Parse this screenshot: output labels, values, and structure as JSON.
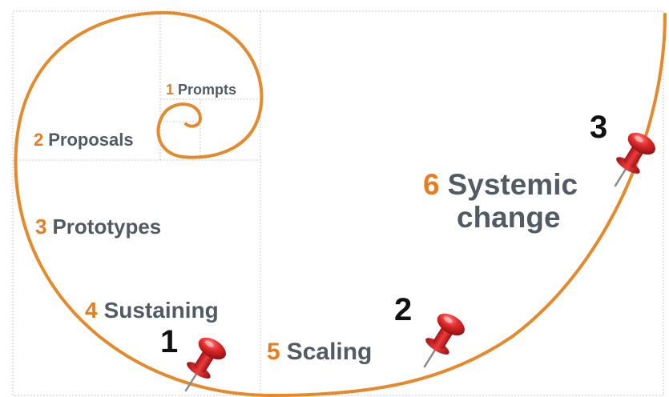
{
  "stages": [
    {
      "number": "1",
      "label": "Prompts"
    },
    {
      "number": "2",
      "label": "Proposals"
    },
    {
      "number": "3",
      "label": "Prototypes"
    },
    {
      "number": "4",
      "label": "Sustaining"
    },
    {
      "number": "5",
      "label": "Scaling"
    },
    {
      "number": "6",
      "label": "Systemic",
      "label_line2": "change"
    }
  ],
  "pins": [
    {
      "number": "1"
    },
    {
      "number": "2"
    },
    {
      "number": "3"
    }
  ],
  "colors": {
    "spiral": "#e58a2c",
    "number": "#e57d22",
    "label": "#525b63",
    "grid": "#c9c9c9",
    "pin": "#d6232a"
  }
}
